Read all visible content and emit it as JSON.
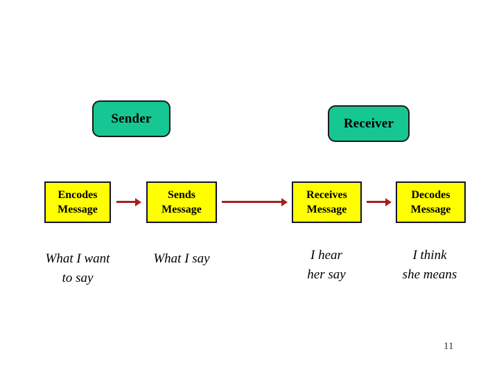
{
  "slide": {
    "page_number": "11",
    "background_color": "#ffffff"
  },
  "colors": {
    "role_box_fill": "#16c693",
    "role_box_border": "#1a1a1a",
    "step_box_fill": "#ffff00",
    "step_box_border": "#121236",
    "arrow_color": "#a81e1e",
    "text_color": "#000000"
  },
  "roles": {
    "sender": {
      "label": "Sender"
    },
    "receiver": {
      "label": "Receiver"
    }
  },
  "steps": [
    {
      "id": "encodes",
      "line1": "Encodes",
      "line2": "Message",
      "caption_line1": "What I want",
      "caption_line2": "to say"
    },
    {
      "id": "sends",
      "line1": "Sends",
      "line2": "Message",
      "caption_line1": "What I say",
      "caption_line2": ""
    },
    {
      "id": "receives",
      "line1": "Receives",
      "line2": "Message",
      "caption_line1": "I hear",
      "caption_line2": "her say"
    },
    {
      "id": "decodes",
      "line1": "Decodes",
      "line2": "Message",
      "caption_line1": "I think",
      "caption_line2": "she means"
    }
  ],
  "arrows": [
    {
      "id": "arrow-1",
      "from": "encodes",
      "to": "sends"
    },
    {
      "id": "arrow-2",
      "from": "sends",
      "to": "receives"
    },
    {
      "id": "arrow-3",
      "from": "receives",
      "to": "decodes"
    }
  ]
}
